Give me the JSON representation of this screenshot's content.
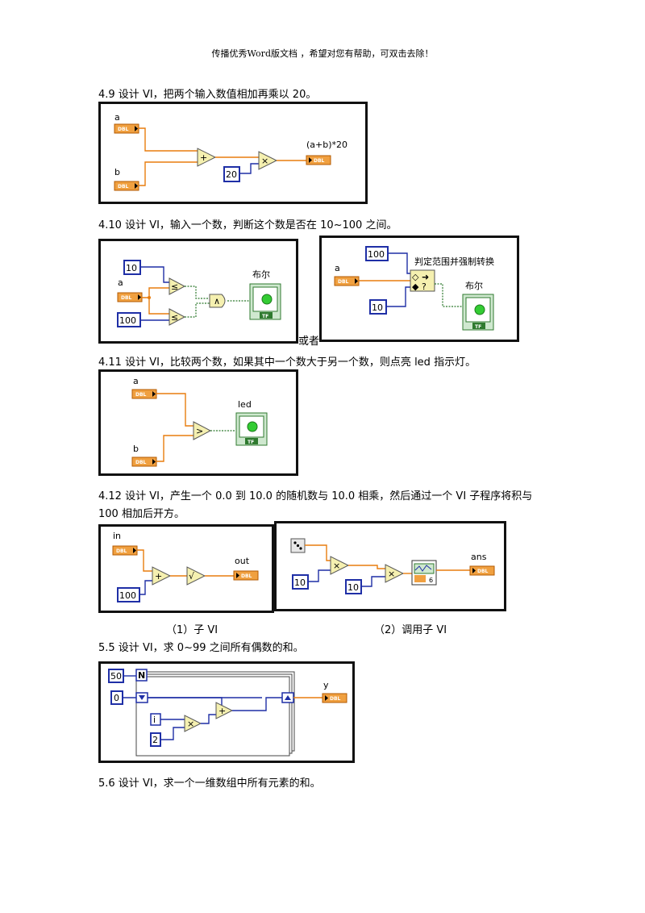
{
  "header": "传播优秀Word版文档 ，希望对您有帮助，可双击去除！",
  "sections": {
    "s49": {
      "heading": "4.9  设计 VI，把两个输入数值相加再乘以 20。",
      "labels": {
        "a": "a",
        "b": "b",
        "out": "(a+b)*20",
        "const": "20",
        "plus": "+",
        "times": "×",
        "dbl": "DBL"
      }
    },
    "s410": {
      "heading": "4.10  设计 VI，输入一个数，判断这个数是否在 10~100 之间。",
      "left": {
        "a": "a",
        "c10": "10",
        "c100": "100",
        "bool": "布尔",
        "and": "∧",
        "dbl": "DBL",
        "tf": "TF"
      },
      "right": {
        "a": "a",
        "c100": "100",
        "c10": "10",
        "func": "判定范围并强制转换",
        "bool": "布尔",
        "dbl": "DBL",
        "tf": "TF"
      },
      "or": "或者"
    },
    "s411": {
      "heading": "4.11  设计 VI，比较两个数，如果其中一个数大于另一个数，则点亮 led 指示灯。",
      "labels": {
        "a": "a",
        "b": "b",
        "led": "led",
        "gt": ">",
        "dbl": "DBL",
        "tf": "TF"
      }
    },
    "s412": {
      "heading_line1": "4.12 设计 VI，产生一个 0.0 到 10.0 的随机数与 10.0 相乘，然后通过一个 VI 子程序将积与",
      "heading_line2": "100 相加后开方。",
      "sub": {
        "in": "in",
        "out": "out",
        "c100": "100",
        "plus": "+",
        "sqrt": "√",
        "dbl": "DBL"
      },
      "call": {
        "ans": "ans",
        "c10a": "10",
        "c10b": "10",
        "times": "×",
        "subvi_num": "6",
        "dbl": "DBL"
      },
      "caption1": "（1）子 VI",
      "caption2": "（2）调用子 VI"
    },
    "s55": {
      "heading": "5.5  设计 VI，求 0~99 之间所有偶数的和。",
      "labels": {
        "n": "N",
        "c50": "50",
        "c0": "0",
        "i": "i",
        "c2": "2",
        "y": "y",
        "plus": "+",
        "times": "×",
        "dbl": "DBL"
      }
    },
    "s56": {
      "heading": "5.6  设计 VI，求一个一维数组中所有元素的和。"
    }
  },
  "colors": {
    "orange": "#e87d0e",
    "blue": "#1f2fa6",
    "green": "#2f7a2f",
    "led": "#33cc33"
  }
}
